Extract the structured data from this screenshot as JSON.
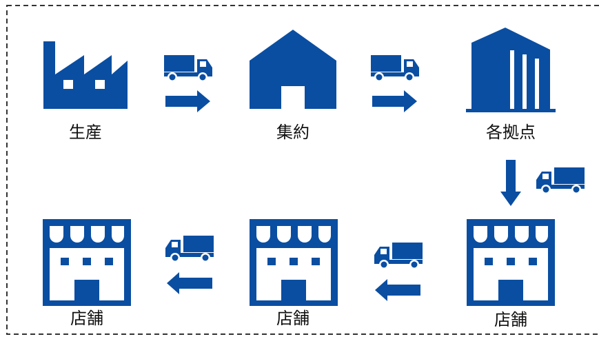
{
  "colors": {
    "primary": "#0a4ea2",
    "border": "#333333",
    "text": "#111111"
  },
  "nodes": [
    {
      "id": "production",
      "label": "生産",
      "icon": "factory-icon"
    },
    {
      "id": "consolidation",
      "label": "集約",
      "icon": "warehouse-icon"
    },
    {
      "id": "hubs",
      "label": "各拠点",
      "icon": "office-building-icon"
    },
    {
      "id": "store-right",
      "label": "店舗",
      "icon": "store-icon"
    },
    {
      "id": "store-middle",
      "label": "店舗",
      "icon": "store-icon"
    },
    {
      "id": "store-left",
      "label": "店舗",
      "icon": "store-icon"
    }
  ],
  "flow": [
    {
      "from": "production",
      "to": "consolidation",
      "direction": "right",
      "vehicle": "truck-icon"
    },
    {
      "from": "consolidation",
      "to": "hubs",
      "direction": "right",
      "vehicle": "truck-icon"
    },
    {
      "from": "hubs",
      "to": "store-right",
      "direction": "down",
      "vehicle": "truck-icon"
    },
    {
      "from": "store-right",
      "to": "store-middle",
      "direction": "left",
      "vehicle": "truck-icon"
    },
    {
      "from": "store-middle",
      "to": "store-left",
      "direction": "left",
      "vehicle": "truck-icon"
    }
  ]
}
